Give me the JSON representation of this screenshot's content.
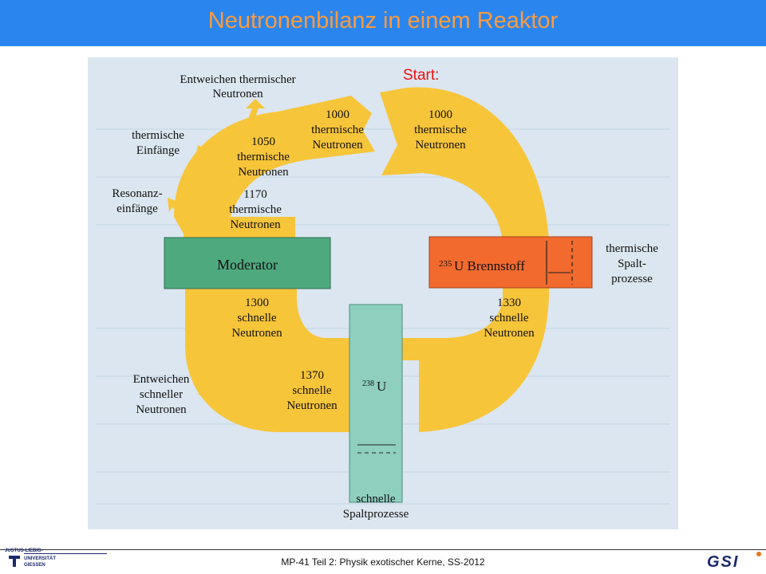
{
  "title": "Neutronenbilanz in einem Reaktor",
  "start_label": "Start:",
  "footer": "MP-41 Teil 2: Physik exotischer Kerne, SS-2012",
  "logos": {
    "university": [
      "JUSTUS-LIEBIG-",
      "UNIVERSITÄT",
      "GIESSEN"
    ],
    "lab": "GSI"
  },
  "diagram": {
    "boxes": {
      "moderator": "Moderator",
      "fuel_sup": "235",
      "fuel": "U Brennstoff",
      "u238_sup": "238",
      "u238": "U"
    },
    "flows": {
      "top_left": [
        "1000",
        "thermische",
        "Neutronen"
      ],
      "top_right": [
        "1000",
        "thermische",
        "Neutronen"
      ],
      "upper_left": [
        "1050",
        "thermische",
        "Neutronen"
      ],
      "mid_left": [
        "1170",
        "thermische",
        "Neutronen"
      ],
      "lower_left": [
        "1300",
        "schnelle",
        "Neutronen"
      ],
      "lower_right": [
        "1330",
        "schnelle",
        "Neutronen"
      ],
      "bottom": [
        "1370",
        "schnelle",
        "Neutronen"
      ]
    },
    "losses": {
      "thermal_escape": [
        "Entweichen thermischer",
        "Neutronen"
      ],
      "thermal_capture": [
        "thermische",
        "Einfänge"
      ],
      "resonance_capture": [
        "Resonanz-",
        "einfänge"
      ],
      "fast_escape": [
        "Entweichen",
        "schneller",
        "Neutronen"
      ]
    },
    "processes": {
      "thermal_fission": [
        "thermische",
        "Spalt-",
        "prozesse"
      ],
      "fast_fission": [
        "schnelle",
        "Spaltprozesse"
      ]
    },
    "colors": {
      "flow": "#f7c53a",
      "moderator": "#4fa97f",
      "fuel": "#f26a2e",
      "u238": "#8fcfbe",
      "background": "#dbe6f0",
      "title_bar": "#2a86ee",
      "title_text": "#ff9a3c",
      "start_text": "#ee1111"
    }
  }
}
